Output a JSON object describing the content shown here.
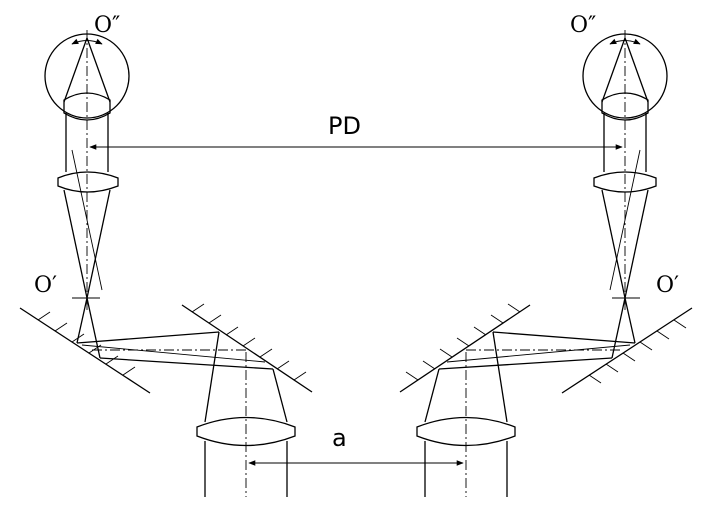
{
  "labels": {
    "o_double_left": "O″",
    "o_double_right": "O″",
    "pd": "PD",
    "o_prime_left": "O′",
    "o_prime_right": "O′",
    "a": "a"
  },
  "colors": {
    "stroke": "#000000",
    "background": "#ffffff"
  }
}
